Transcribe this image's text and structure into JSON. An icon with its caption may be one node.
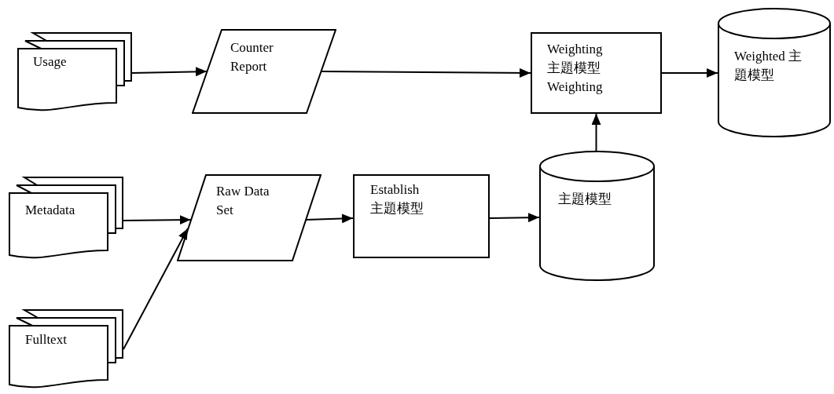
{
  "diagram": {
    "nodes": [
      {
        "text": [
          "Usage"
        ]
      },
      {
        "text": [
          "Counter Report"
        ]
      },
      {
        "text": [
          "Weighting 主題模型 Weighting"
        ]
      },
      {
        "text": [
          "Weighted 主題模型"
        ]
      },
      {
        "text": [
          "Metadata"
        ]
      },
      {
        "text": [
          "Raw Data Set"
        ]
      },
      {
        "text": [
          "Establish 主題模型"
        ]
      },
      {
        "text": [
          "主題模型"
        ]
      },
      {
        "text": [
          "Fulltext"
        ]
      }
    ],
    "edges": [
      {
        "from": 0,
        "to": 1,
        "arrow": "to"
      },
      {
        "from": 1,
        "to": 2,
        "arrow": "to"
      },
      {
        "from": 2,
        "to": 3,
        "arrow": "to"
      },
      {
        "from": 7,
        "to": 2,
        "arrow": "to"
      },
      {
        "from": 4,
        "to": 5,
        "arrow": "to"
      },
      {
        "from": 8,
        "to": 5,
        "arrow": "to"
      },
      {
        "from": 5,
        "to": 6,
        "arrow": "to"
      },
      {
        "from": 6,
        "to": 7,
        "arrow": "to"
      }
    ]
  }
}
